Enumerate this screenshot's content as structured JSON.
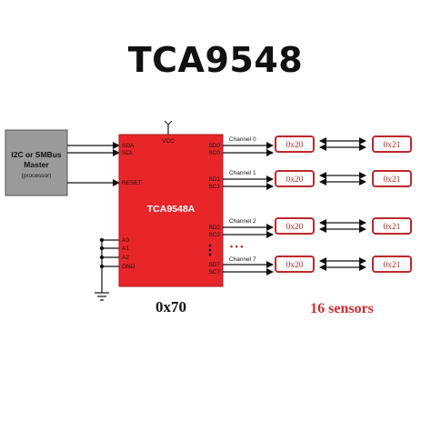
{
  "title": "TCA9548",
  "master": {
    "line1": "I2C or SMBus",
    "line2": "Master",
    "line3": "(processor)"
  },
  "chip": {
    "name": "TCA9548A",
    "vcc": "VCC",
    "left_pins": {
      "sda": "SDA",
      "scl": "SCL",
      "reset": "RESET",
      "a0": "A0",
      "a1": "A1",
      "a2": "A2",
      "gnd": "GND"
    },
    "right_pins": {
      "sd0": "SD0",
      "sc0": "SC0",
      "sd1": "SD1",
      "sc1": "SC1",
      "sd2": "SD2",
      "sc2": "SC2",
      "sd7": "SD7",
      "sc7": "SC7"
    }
  },
  "channels": [
    "Channel 0",
    "Channel 1",
    "Channel 2",
    "Channel 7"
  ],
  "sensors": {
    "row0": {
      "a": "0x20",
      "b": "0x21"
    },
    "row1": {
      "a": "0x20",
      "b": "0x21"
    },
    "row2": {
      "a": "0x20",
      "b": "0x21"
    },
    "row3": {
      "a": "0x20",
      "b": "0x21"
    }
  },
  "ellipsis": "• • •",
  "chip_address": "0x70",
  "sensor_count": "16 sensors",
  "colors": {
    "chip": "#e8262a",
    "sensor_border": "#c0282a",
    "sensor_text": "#b5262a",
    "master": "#9a9a9a"
  }
}
